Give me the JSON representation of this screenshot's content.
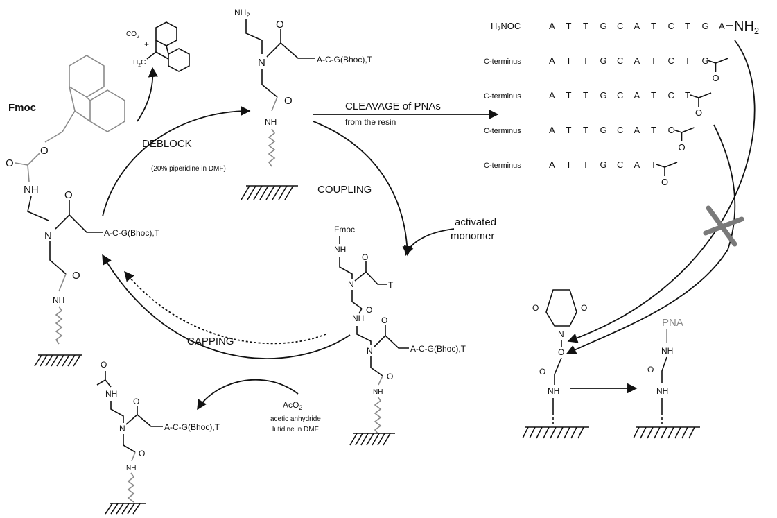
{
  "labels": {
    "fmoc": "Fmoc",
    "deblock": "DEBLOCK",
    "deblock_cond": "(20% piperidine in DMF)",
    "coupling": "COUPLING",
    "capping": "CAPPING",
    "activated1": "activated",
    "activated2": "monomer",
    "cleavage1": "CLEAVAGE of PNAs",
    "cleavage2": "from the resin",
    "aco2": "AcO",
    "aco2_sub": "2",
    "cap_cond1": "acetic anhydride",
    "cap_cond2": "lutidine in DMF",
    "co2": "CO",
    "co2_sub": "2",
    "plus": "+",
    "h2c": "H",
    "h2c_sub": "2",
    "h2c_c": "C",
    "pna": "PNA",
    "nh": "NH",
    "n": "N",
    "o": "O",
    "nh2": "NH",
    "nh2_sub": "2",
    "t": "T",
    "seq_left": "A-C-G(Bhoc),T"
  },
  "sequences": [
    {
      "prefix": "H",
      "prefix_sub": "2",
      "prefix_rest": "NOC",
      "letters": [
        "A",
        "T",
        "T",
        "G",
        "C",
        "A",
        "T",
        "C",
        "T",
        "G",
        "A"
      ],
      "suffix": "NH",
      "suffix_sub": "2"
    },
    {
      "prefix": "C-terminus",
      "letters": [
        "A",
        "T",
        "T",
        "G",
        "C",
        "A",
        "T",
        "C",
        "T",
        "G"
      ]
    },
    {
      "prefix": "C-terminus",
      "letters": [
        "A",
        "T",
        "T",
        "G",
        "C",
        "A",
        "T",
        "C",
        "T"
      ]
    },
    {
      "prefix": "C-terminus",
      "letters": [
        "A",
        "T",
        "T",
        "G",
        "C",
        "A",
        "T",
        "C"
      ]
    },
    {
      "prefix": "C-terminus",
      "letters": [
        "A",
        "T",
        "T",
        "G",
        "C",
        "A",
        "T"
      ]
    }
  ]
}
